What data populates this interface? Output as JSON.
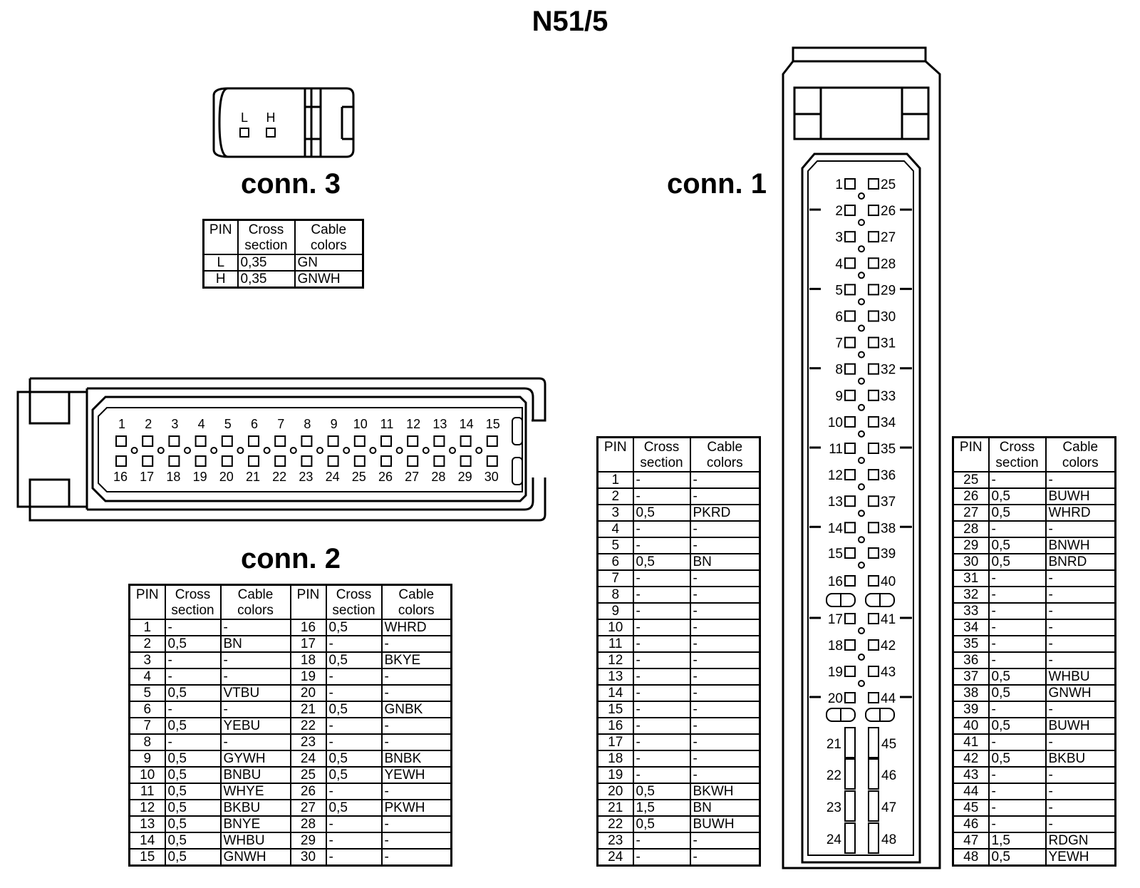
{
  "title": "N51/5",
  "headers": {
    "pin": "PIN",
    "cross_section": "Cross section",
    "cable_colors": "Cable colors"
  },
  "conn3": {
    "label": "conn. 3",
    "pin_labels": [
      "L",
      "H"
    ],
    "rows": [
      {
        "pin": "L",
        "cs": "0,35",
        "cc": "GN"
      },
      {
        "pin": "H",
        "cs": "0,35",
        "cc": "GNWH"
      }
    ]
  },
  "conn2": {
    "label": "conn. 2",
    "top_pins": [
      "1",
      "2",
      "3",
      "4",
      "5",
      "6",
      "7",
      "8",
      "9",
      "10",
      "11",
      "12",
      "13",
      "14",
      "15"
    ],
    "bottom_pins": [
      "16",
      "17",
      "18",
      "19",
      "20",
      "21",
      "22",
      "23",
      "24",
      "25",
      "26",
      "27",
      "28",
      "29",
      "30"
    ],
    "rows_left": [
      {
        "pin": "1",
        "cs": "-",
        "cc": "-"
      },
      {
        "pin": "2",
        "cs": "0,5",
        "cc": "BN"
      },
      {
        "pin": "3",
        "cs": "-",
        "cc": "-"
      },
      {
        "pin": "4",
        "cs": "-",
        "cc": "-"
      },
      {
        "pin": "5",
        "cs": "0,5",
        "cc": "VTBU"
      },
      {
        "pin": "6",
        "cs": "-",
        "cc": "-"
      },
      {
        "pin": "7",
        "cs": "0,5",
        "cc": "YEBU"
      },
      {
        "pin": "8",
        "cs": "-",
        "cc": "-"
      },
      {
        "pin": "9",
        "cs": "0,5",
        "cc": "GYWH"
      },
      {
        "pin": "10",
        "cs": "0,5",
        "cc": "BNBU"
      },
      {
        "pin": "11",
        "cs": "0,5",
        "cc": "WHYE"
      },
      {
        "pin": "12",
        "cs": "0,5",
        "cc": "BKBU"
      },
      {
        "pin": "13",
        "cs": "0,5",
        "cc": "BNYE"
      },
      {
        "pin": "14",
        "cs": "0,5",
        "cc": "WHBU"
      },
      {
        "pin": "15",
        "cs": "0,5",
        "cc": "GNWH"
      }
    ],
    "rows_right": [
      {
        "pin": "16",
        "cs": "0,5",
        "cc": "WHRD"
      },
      {
        "pin": "17",
        "cs": "-",
        "cc": "-"
      },
      {
        "pin": "18",
        "cs": "0,5",
        "cc": "BKYE"
      },
      {
        "pin": "19",
        "cs": "-",
        "cc": "-"
      },
      {
        "pin": "20",
        "cs": "-",
        "cc": "-"
      },
      {
        "pin": "21",
        "cs": "0,5",
        "cc": "GNBK"
      },
      {
        "pin": "22",
        "cs": "-",
        "cc": "-"
      },
      {
        "pin": "23",
        "cs": "-",
        "cc": "-"
      },
      {
        "pin": "24",
        "cs": "0,5",
        "cc": "BNBK"
      },
      {
        "pin": "25",
        "cs": "0,5",
        "cc": "YEWH"
      },
      {
        "pin": "26",
        "cs": "-",
        "cc": "-"
      },
      {
        "pin": "27",
        "cs": "0,5",
        "cc": "PKWH"
      },
      {
        "pin": "28",
        "cs": "-",
        "cc": "-"
      },
      {
        "pin": "29",
        "cs": "-",
        "cc": "-"
      },
      {
        "pin": "30",
        "cs": "-",
        "cc": "-"
      }
    ]
  },
  "conn1": {
    "label": "conn. 1",
    "left_pins": [
      "1",
      "2",
      "3",
      "4",
      "5",
      "6",
      "7",
      "8",
      "9",
      "10",
      "11",
      "12",
      "13",
      "14",
      "15",
      "16",
      "17",
      "18",
      "19",
      "20",
      "21",
      "22",
      "23",
      "24"
    ],
    "right_pins": [
      "25",
      "26",
      "27",
      "28",
      "29",
      "30",
      "31",
      "32",
      "33",
      "34",
      "35",
      "36",
      "37",
      "38",
      "39",
      "40",
      "41",
      "42",
      "43",
      "44",
      "45",
      "46",
      "47",
      "48"
    ],
    "rows_left": [
      {
        "pin": "1",
        "cs": "-",
        "cc": "-"
      },
      {
        "pin": "2",
        "cs": "-",
        "cc": "-"
      },
      {
        "pin": "3",
        "cs": "0,5",
        "cc": "PKRD"
      },
      {
        "pin": "4",
        "cs": "-",
        "cc": "-"
      },
      {
        "pin": "5",
        "cs": "-",
        "cc": "-"
      },
      {
        "pin": "6",
        "cs": "0,5",
        "cc": "BN"
      },
      {
        "pin": "7",
        "cs": "-",
        "cc": "-"
      },
      {
        "pin": "8",
        "cs": "-",
        "cc": "-"
      },
      {
        "pin": "9",
        "cs": "-",
        "cc": "-"
      },
      {
        "pin": "10",
        "cs": "-",
        "cc": "-"
      },
      {
        "pin": "11",
        "cs": "-",
        "cc": "-"
      },
      {
        "pin": "12",
        "cs": "-",
        "cc": "-"
      },
      {
        "pin": "13",
        "cs": "-",
        "cc": "-"
      },
      {
        "pin": "14",
        "cs": "-",
        "cc": "-"
      },
      {
        "pin": "15",
        "cs": "-",
        "cc": "-"
      },
      {
        "pin": "16",
        "cs": "-",
        "cc": "-"
      },
      {
        "pin": "17",
        "cs": "-",
        "cc": "-"
      },
      {
        "pin": "18",
        "cs": "-",
        "cc": "-"
      },
      {
        "pin": "19",
        "cs": "-",
        "cc": "-"
      },
      {
        "pin": "20",
        "cs": "0,5",
        "cc": "BKWH"
      },
      {
        "pin": "21",
        "cs": "1,5",
        "cc": "BN"
      },
      {
        "pin": "22",
        "cs": "0,5",
        "cc": "BUWH"
      },
      {
        "pin": "23",
        "cs": "-",
        "cc": "-"
      },
      {
        "pin": "24",
        "cs": "-",
        "cc": "-"
      }
    ],
    "rows_right": [
      {
        "pin": "25",
        "cs": "-",
        "cc": "-"
      },
      {
        "pin": "26",
        "cs": "0,5",
        "cc": "BUWH"
      },
      {
        "pin": "27",
        "cs": "0,5",
        "cc": "WHRD"
      },
      {
        "pin": "28",
        "cs": "-",
        "cc": "-"
      },
      {
        "pin": "29",
        "cs": "0,5",
        "cc": "BNWH"
      },
      {
        "pin": "30",
        "cs": "0,5",
        "cc": "BNRD"
      },
      {
        "pin": "31",
        "cs": "-",
        "cc": "-"
      },
      {
        "pin": "32",
        "cs": "-",
        "cc": "-"
      },
      {
        "pin": "33",
        "cs": "-",
        "cc": "-"
      },
      {
        "pin": "34",
        "cs": "-",
        "cc": "-"
      },
      {
        "pin": "35",
        "cs": "-",
        "cc": "-"
      },
      {
        "pin": "36",
        "cs": "-",
        "cc": "-"
      },
      {
        "pin": "37",
        "cs": "0,5",
        "cc": "WHBU"
      },
      {
        "pin": "38",
        "cs": "0,5",
        "cc": "GNWH"
      },
      {
        "pin": "39",
        "cs": "-",
        "cc": "-"
      },
      {
        "pin": "40",
        "cs": "0,5",
        "cc": "BUWH"
      },
      {
        "pin": "41",
        "cs": "-",
        "cc": "-"
      },
      {
        "pin": "42",
        "cs": "0,5",
        "cc": "BKBU"
      },
      {
        "pin": "43",
        "cs": "-",
        "cc": "-"
      },
      {
        "pin": "44",
        "cs": "-",
        "cc": "-"
      },
      {
        "pin": "45",
        "cs": "-",
        "cc": "-"
      },
      {
        "pin": "46",
        "cs": "-",
        "cc": "-"
      },
      {
        "pin": "47",
        "cs": "1,5",
        "cc": "RDGN"
      },
      {
        "pin": "48",
        "cs": "0,5",
        "cc": "YEWH"
      }
    ]
  }
}
